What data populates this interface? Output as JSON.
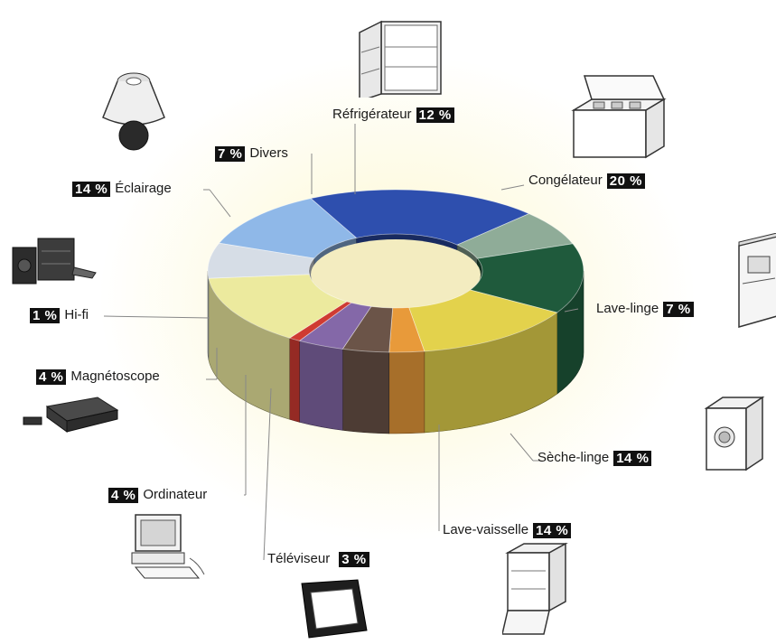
{
  "chart_data": {
    "type": "pie",
    "title": "",
    "categories": [
      "Réfrigérateur",
      "Congélateur",
      "Lave-linge",
      "Sèche-linge",
      "Lave-vaisselle",
      "Téléviseur",
      "Ordinateur",
      "Magnétoscope",
      "Hi-fi",
      "Éclairage",
      "Divers"
    ],
    "values": [
      12,
      20,
      7,
      14,
      14,
      3,
      4,
      4,
      1,
      14,
      7
    ],
    "value_labels": [
      "12 %",
      "20 %",
      "7 %",
      "14 %",
      "14 %",
      "3 %",
      "4 %",
      "4 %",
      "1 %",
      "14 %",
      "7 %"
    ],
    "unit": "%",
    "colors": [
      "#8fb8e8",
      "#2e4fae",
      "#8fac98",
      "#1f5a3c",
      "#e3d24c",
      "#e89a3a",
      "#6b5448",
      "#8468a8",
      "#cf3b32",
      "#ecea9e",
      "#d6dde6"
    ],
    "legend": "none"
  },
  "icons": [
    "refrigerator-icon",
    "freezer-icon",
    "washing-machine-icon",
    "dryer-icon",
    "dishwasher-icon",
    "television-icon",
    "computer-icon",
    "vcr-icon",
    "hifi-icon",
    "lamp-icon"
  ]
}
